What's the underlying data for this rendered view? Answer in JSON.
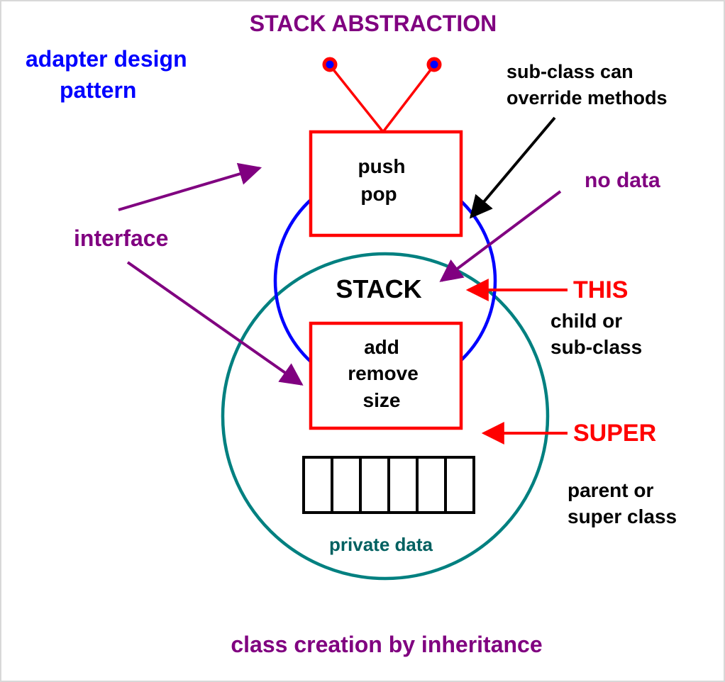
{
  "title": "STACK ABSTRACTION",
  "adapter_label": [
    "adapter design",
    "pattern"
  ],
  "subclass_note": [
    "sub-class can",
    "override methods"
  ],
  "no_data_label": "no data",
  "interface_label": "interface",
  "top_box": [
    "push",
    "pop"
  ],
  "stack_label": "STACK",
  "this_label": "THIS",
  "child_label": [
    "child or",
    "sub-class"
  ],
  "bottom_box": [
    "add",
    "remove",
    "size"
  ],
  "super_label": "SUPER",
  "parent_label": [
    "parent or",
    "super class"
  ],
  "private_data_label": "private data",
  "footer": "class creation by inheritance",
  "array_cells": 6,
  "colors": {
    "purple": "#800080",
    "blue": "#0000ff",
    "red": "#ff0000",
    "teal": "#008080",
    "black": "#000000",
    "teal_text": "#006060"
  }
}
